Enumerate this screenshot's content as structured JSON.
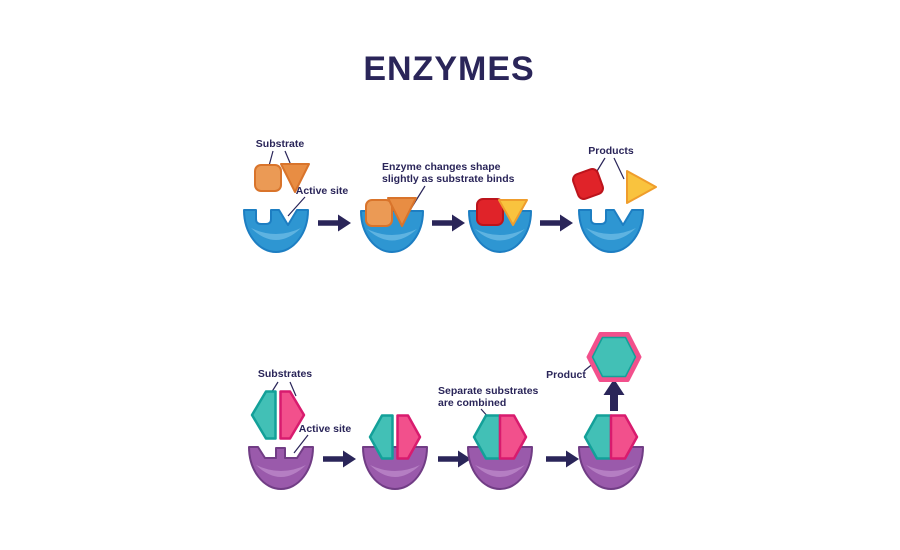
{
  "title": "ENZYMES",
  "colors": {
    "text_navy": "#2A2559",
    "enzyme_blue": "#2E96D2",
    "enzyme_blue_dark": "#1D7EC2",
    "enzyme_blue_light": "#6FBCE6",
    "enzyme_purple": "#9A5AAB",
    "enzyme_purple_dark": "#713D85",
    "enzyme_purple_light": "#BD8BCB",
    "substrate_orange": "#EB9A55",
    "substrate_orange2": "#E88D43",
    "substrate_orange_dark": "#D9742B",
    "product_red": "#E02329",
    "product_red_dark": "#BC141C",
    "product_yellow": "#F9C33E",
    "product_yellow_dark": "#EF9D2C",
    "substrate_teal": "#42C0B6",
    "substrate_teal_dark": "#13A099",
    "substrate_pink": "#F2508C",
    "substrate_pink_dark": "#D81B6E"
  },
  "top_process": {
    "substrate_label": "Substrate",
    "active_site_label": "Active site",
    "binding_note_line1": "Enzyme changes shape",
    "binding_note_line2": "slightly as substrate binds",
    "products_label": "Products"
  },
  "bottom_process": {
    "substrates_label": "Substrates",
    "active_site_label": "Active site",
    "combining_note_line1": "Separate substrates",
    "combining_note_line2": "are combined",
    "product_label": "Product"
  }
}
